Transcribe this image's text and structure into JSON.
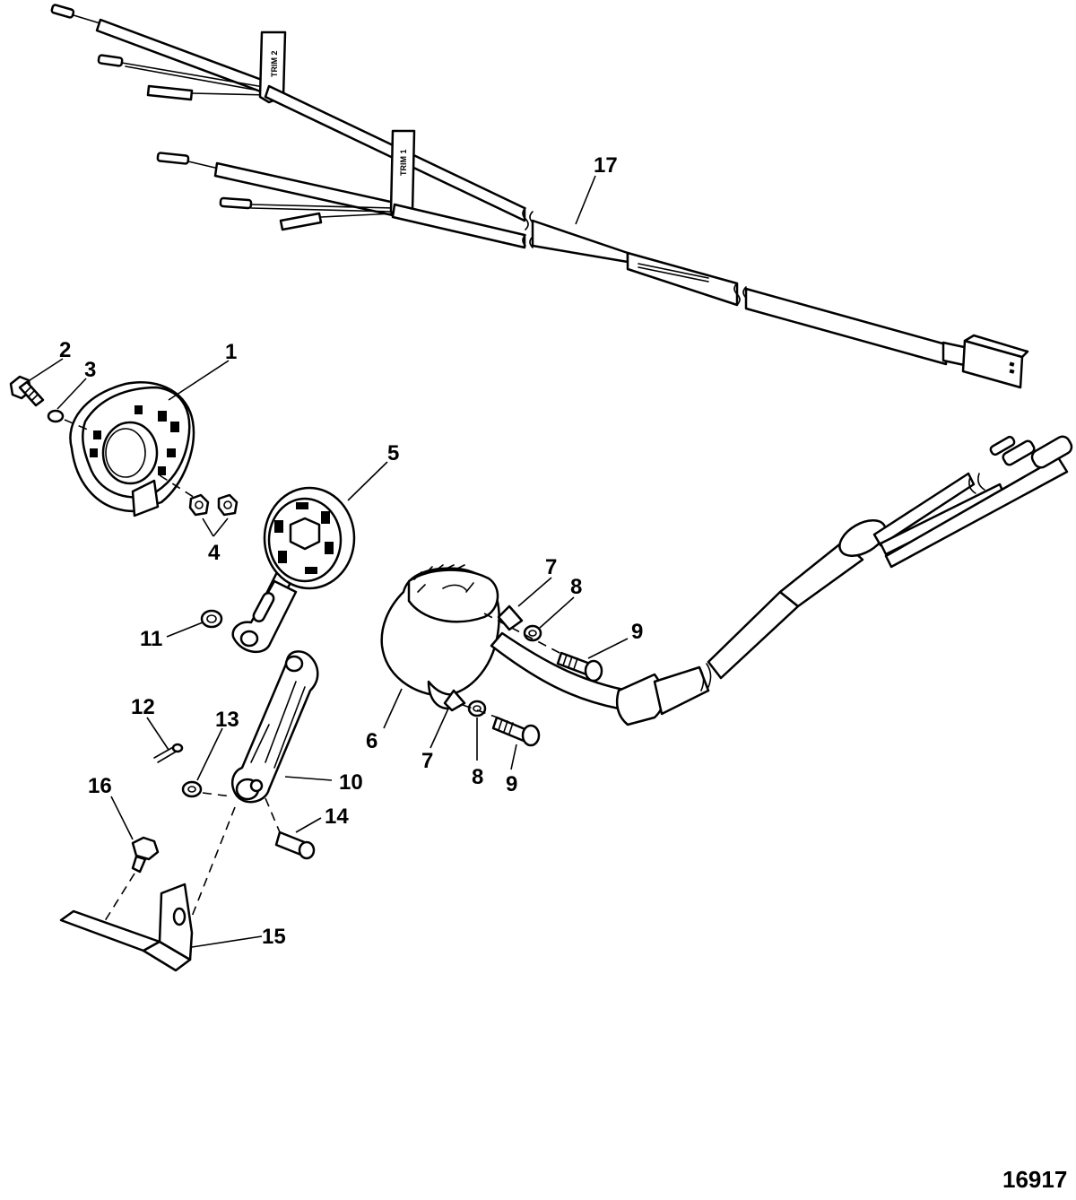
{
  "callouts": {
    "c1": "1",
    "c2": "2",
    "c3": "3",
    "c4": "4",
    "c5": "5",
    "c6": "6",
    "c7a": "7",
    "c7b": "7",
    "c8a": "8",
    "c8b": "8",
    "c9a": "9",
    "c9b": "9",
    "c10": "10",
    "c11": "11",
    "c12": "12",
    "c13": "13",
    "c14": "14",
    "c15": "15",
    "c16": "16",
    "c17": "17"
  },
  "tags": {
    "trim2": "TRIM 2",
    "trim1": "TRIM 1"
  },
  "figure_number": "16917"
}
